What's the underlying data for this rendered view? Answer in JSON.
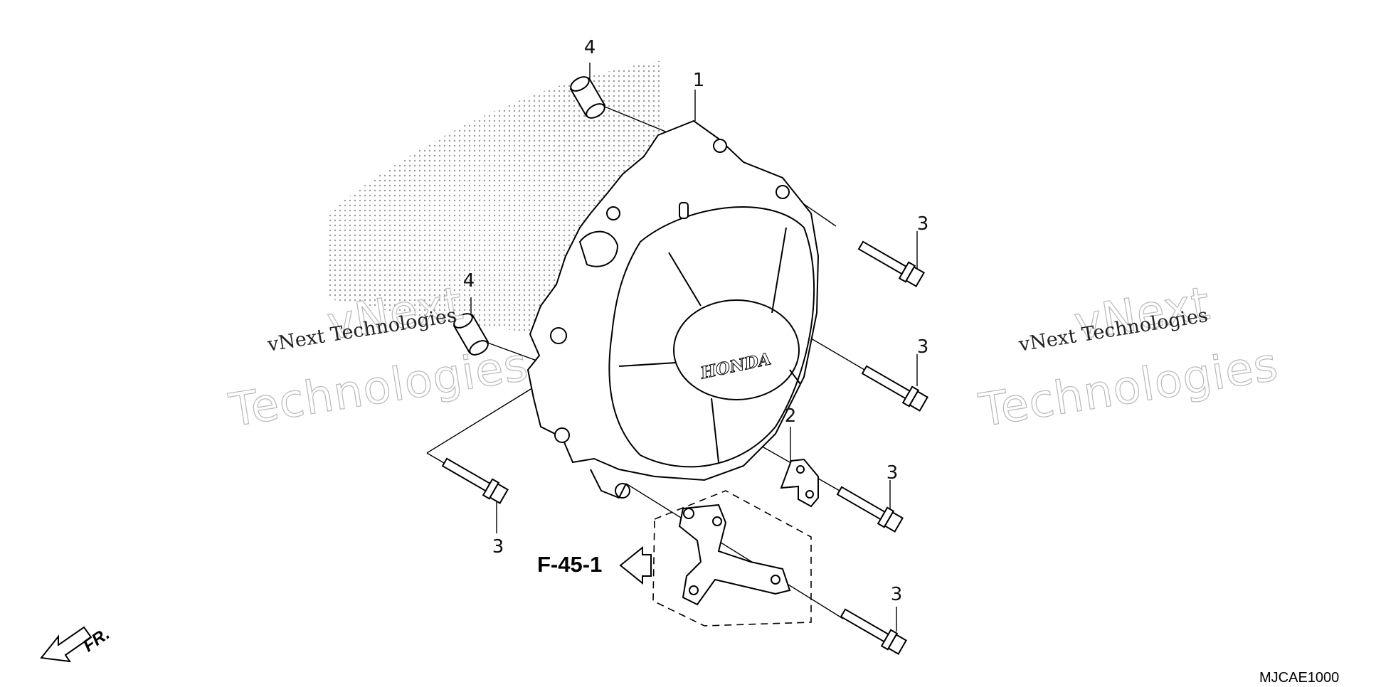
{
  "diagram": {
    "brand_mark": "HONDA",
    "reference_label": "F-45-1",
    "front_indicator": "FR.",
    "diagram_code": "MJCAE1000",
    "callouts": [
      {
        "id": "cover",
        "number": "1"
      },
      {
        "id": "bracket",
        "number": "2"
      },
      {
        "id": "bolt-a",
        "number": "3"
      },
      {
        "id": "bolt-b",
        "number": "3"
      },
      {
        "id": "bolt-c",
        "number": "3"
      },
      {
        "id": "bolt-d",
        "number": "3"
      },
      {
        "id": "bolt-e",
        "number": "3"
      },
      {
        "id": "dowel-a",
        "number": "4"
      },
      {
        "id": "dowel-b",
        "number": "4"
      }
    ]
  },
  "watermark": {
    "line_small": "vNext Technologies",
    "line_top": "vNext",
    "line_big": "Technologies"
  }
}
